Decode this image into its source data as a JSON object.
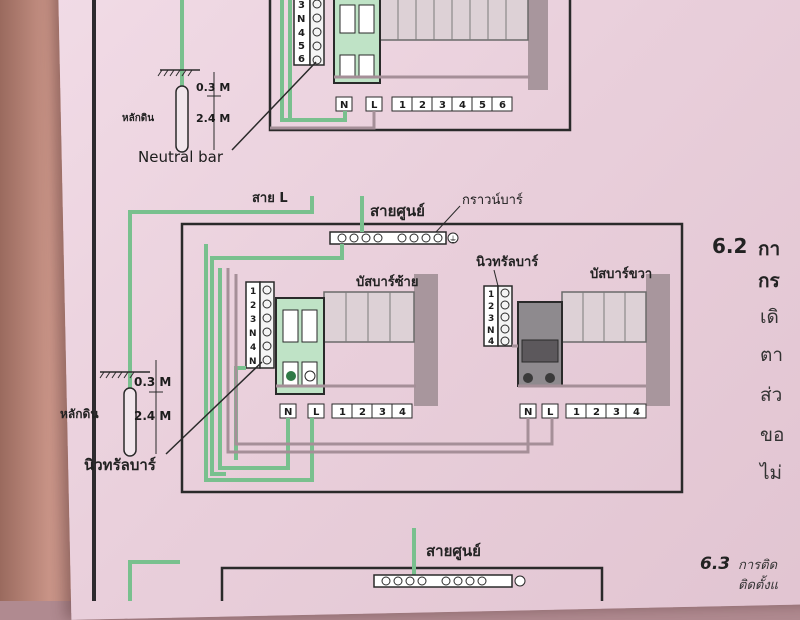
{
  "top_diagram": {
    "terminal_numbers": [
      "3",
      "N",
      "4",
      "5",
      "6"
    ],
    "ground_depth_1": "0.3 M",
    "ground_depth_2": "2.4 M",
    "ground_rod_label": "หลักดิน",
    "breaker_labels": [
      "N",
      "L",
      "1",
      "2",
      "3",
      "4",
      "5",
      "6"
    ],
    "neutral_bar_label": "Neutral bar"
  },
  "middle_diagram": {
    "line_wire_label": "สาย L",
    "neutral_wire_label": "สายศูนย์",
    "ground_bar_label": "กราวน์บาร์",
    "left_busbar_label": "บัสบาร์ซ้าย",
    "right_busbar_label": "บัสบาร์ขวา",
    "neutral_bar_label": "นิวทรัลบาร์",
    "neutral_bar_label_bottom": "นิวทรัลบาร์",
    "left_terminals": [
      "1",
      "2",
      "3",
      "N",
      "4",
      "N"
    ],
    "right_terminals": [
      "1",
      "2",
      "3",
      "N",
      "4"
    ],
    "left_breakers": [
      "N",
      "L",
      "1",
      "2",
      "3",
      "4"
    ],
    "right_breakers": [
      "N",
      "L",
      "1",
      "2",
      "3",
      "4"
    ],
    "ground_depth_1": "0.3 M",
    "ground_depth_2": "2.4 M",
    "ground_rod_label": "หลักดิน"
  },
  "bottom_diagram": {
    "neutral_wire_label": "สายศูนย์"
  },
  "side": {
    "section_62_number": "6.2",
    "section_62_lines": [
      "กา",
      "กร",
      "เดิ",
      "ตา",
      "ส่ว",
      "ขอ",
      "ไม่"
    ],
    "section_63_number": "6.3",
    "section_63_lines": [
      "การติด",
      "ติดตั้งแ"
    ]
  },
  "colors": {
    "wire_green": "#79c08e",
    "wire_gray": "#a58f98",
    "outline": "#2a2a2a"
  }
}
